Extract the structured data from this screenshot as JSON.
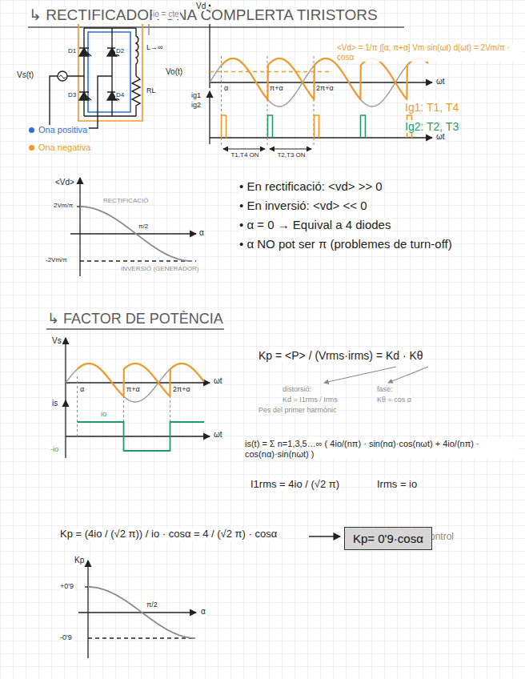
{
  "diagram": {
    "title": "↳ RECTIFICADOR ONA COMPLERTA TIRISTORS",
    "nodes": [
      {
        "text": [
          "Kp= 0'9·cosα"
        ]
      }
    ],
    "labels": [
      "io = cte",
      "D1",
      "D2",
      "D3",
      "D4",
      "L→∞",
      "RL",
      "Vs(t)",
      "Vd",
      "Vo(t)",
      "ωt",
      "α",
      "π+α",
      "2π+α",
      "ig1",
      "ig2",
      "ωt",
      "T1,T4 ON",
      "T2,T3 ON",
      "<Vd> = 1/π ∫[α, π+α] Vm·sin(ωt) d(ωt) = 2Vm/π · cosα",
      "Ig1: T1, T4",
      "Ig2: T2, T3",
      "<Vd>",
      "2Vm/π",
      "RECTIFICACIÓ",
      "π/2",
      "α",
      "INVERSIÓ (GENERADOR)",
      "-2Vm/π",
      "• En rectificació: <vd> >> 0",
      "• En inversió: <vd> << 0",
      "• α = 0 → Equival a 4 diodes",
      "• α NO pot ser π (problemes de turn-off)",
      "↳ FACTOR DE POTÈNCIA",
      "Vs",
      "ωt",
      "α",
      "π+α",
      "2π+α",
      "is",
      "io",
      "-io",
      "ωt",
      "Kp = <P> / (Vrms·irms) = Kd · Kθ",
      "distorsió:",
      "Kd = I1rms / Irms",
      "Pes del primer harmònic",
      "fase:",
      "Kθ = cos α",
      "is(t) = Σ n=1,3,5…∞ ( 4io/(nπ) · sin(nα)·cos(nωt) + 4io/(nπ) · cos(nα)·sin(nωt) )",
      "I1rms = 4io / (√2 π)",
      "Irms = io",
      "Kp = (4io / (√2 π)) / io · cosα = 4 / (√2 π) · cosα",
      "control",
      "Kp",
      "+0'9",
      "π/2",
      "α",
      "-0'9"
    ],
    "legend": [
      {
        "text": "Ona positiva",
        "color": "#2f6fd0"
      },
      {
        "text": "Ona negativa",
        "color": "#ee9a2c"
      }
    ]
  }
}
